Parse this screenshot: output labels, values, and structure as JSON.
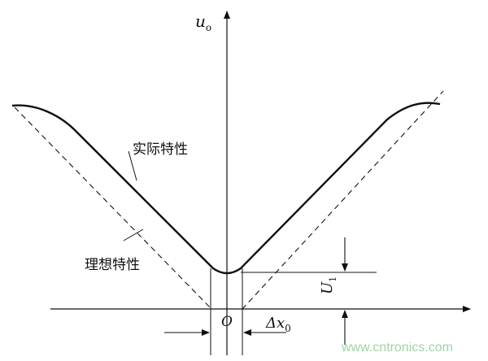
{
  "labels": {
    "y_axis_symbol": "u",
    "y_axis_subscript": "o",
    "actual_characteristic": "实际特性",
    "ideal_characteristic": "理想特性",
    "origin": "O",
    "dead_zone_symbol": "Δx",
    "dead_zone_subscript": "0",
    "residual_voltage_symbol": "U",
    "residual_voltage_subscript": "1"
  },
  "watermark": "www.cntronics.com",
  "colors": {
    "line": "#111111",
    "watermark": "#9dd6a4"
  }
}
